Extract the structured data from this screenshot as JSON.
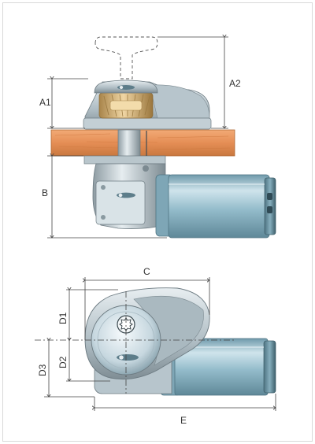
{
  "labels": {
    "a1": "A1",
    "a2": "A2",
    "b": "B",
    "c": "C",
    "d1": "D1",
    "d2": "D2",
    "d3": "D3",
    "e": "E"
  },
  "colors": {
    "motor_body": "#8fb8c8",
    "motor_highlight": "#cfe4ec",
    "motor_dark": "#5f8898",
    "deck_wood": "#e9975f",
    "deck_wood_dark": "#c6763d",
    "brass_gypsy": "#d6b37a",
    "housing_silver": "#c9d3d8",
    "housing_dark": "#8c9aa2",
    "dim_line": "#444444"
  },
  "icons": {
    "brand_logo": "quick-logo-icon"
  }
}
